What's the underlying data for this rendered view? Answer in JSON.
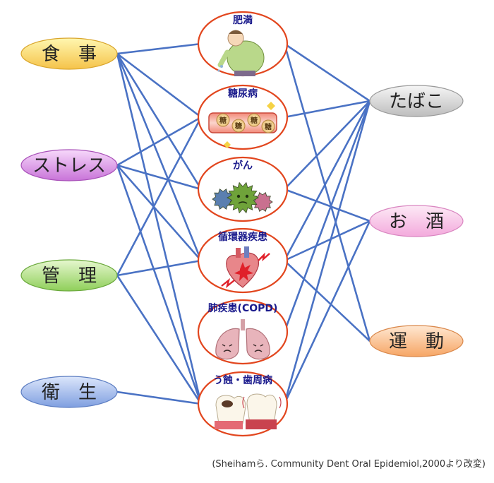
{
  "factors_left": [
    {
      "label": "食　事",
      "color_top": "#fff7b0",
      "color_bottom": "#f5c34a",
      "stroke": "#d9a52c"
    },
    {
      "label": "ストレス",
      "color_top": "#f7d9fb",
      "color_bottom": "#c873d8",
      "stroke": "#a851b8"
    },
    {
      "label": "管　理",
      "color_top": "#e6f7cf",
      "color_bottom": "#8fcf5a",
      "stroke": "#6aa83c"
    },
    {
      "label": "衛　生",
      "color_top": "#dce6fb",
      "color_bottom": "#7f9fe0",
      "stroke": "#5b7cc1"
    }
  ],
  "factors_right": [
    {
      "label": "たばこ",
      "color_top": "#f6f6f6",
      "color_bottom": "#bdbdbd",
      "stroke": "#9a9a9a"
    },
    {
      "label": "お　酒",
      "color_top": "#fdeaf6",
      "color_bottom": "#f3a9dc",
      "stroke": "#d985c0"
    },
    {
      "label": "運　動",
      "color_top": "#ffe8d2",
      "color_bottom": "#f6a564",
      "stroke": "#d9874a"
    }
  ],
  "diseases": [
    {
      "label": "肥満",
      "icon": "obesity-person-icon"
    },
    {
      "label": "糖尿病",
      "icon": "blood-vessel-sugar-icon"
    },
    {
      "label": "がん",
      "icon": "cancer-cells-icon"
    },
    {
      "label": "循環器疾患",
      "icon": "heart-icon"
    },
    {
      "label": "肺疾患(COPD)",
      "icon": "lungs-icon"
    },
    {
      "label": "う蝕・歯周病",
      "icon": "teeth-icon"
    }
  ],
  "connections_left": [
    [
      0,
      0
    ],
    [
      0,
      1
    ],
    [
      0,
      2
    ],
    [
      0,
      3
    ],
    [
      0,
      5
    ],
    [
      1,
      1
    ],
    [
      1,
      2
    ],
    [
      1,
      3
    ],
    [
      1,
      5
    ],
    [
      2,
      1
    ],
    [
      2,
      3
    ],
    [
      2,
      5
    ],
    [
      3,
      5
    ]
  ],
  "connections_right": [
    [
      0,
      0
    ],
    [
      0,
      1
    ],
    [
      0,
      2
    ],
    [
      0,
      3
    ],
    [
      0,
      4
    ],
    [
      0,
      5
    ],
    [
      1,
      2
    ],
    [
      1,
      3
    ],
    [
      1,
      5
    ],
    [
      2,
      0
    ],
    [
      2,
      3
    ]
  ],
  "colors": {
    "line": "#4a72c4",
    "disease_border": "#e2461e"
  },
  "caption": "(Sheihamら. Community Dent Oral Epidemiol,2000より改変)"
}
